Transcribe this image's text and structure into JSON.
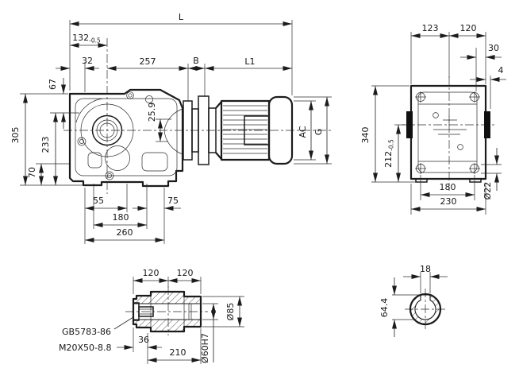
{
  "title": "Gear reducer dimensional drawing",
  "colors": {
    "line": "#1c1c1c",
    "background": "#ffffff"
  },
  "side_view": {
    "dims": {
      "L": "L",
      "d132": "132",
      "d132_tol": "-0.5",
      "d32": "32",
      "d257": "257",
      "dB": "B",
      "dL1": "L1",
      "d67": "67",
      "d305": "305",
      "d233": "233",
      "d70": "70",
      "d25_9": "25.9",
      "d55": "55",
      "d75": "75",
      "d180": "180",
      "d260": "260",
      "dAC": "AC",
      "dG": "G"
    }
  },
  "rear_view": {
    "dims": {
      "d123": "123",
      "d120": "120",
      "d30": "30",
      "d4": "4",
      "d340": "340",
      "d212": "212",
      "d212_tol": "-0.5",
      "d180": "180",
      "d230": "230",
      "d22": "Ø22"
    }
  },
  "shaft_detail": {
    "dims": {
      "d120_left": "120",
      "d120_right": "120",
      "d85": "Ø85",
      "d36": "36",
      "d210": "210",
      "d60": "Ø60H7"
    },
    "notes": {
      "standard": "GB5783-86",
      "bolt": "M20X50-8.8"
    }
  },
  "shaft_section": {
    "dims": {
      "d18": "18",
      "d64_4": "64.4"
    }
  }
}
